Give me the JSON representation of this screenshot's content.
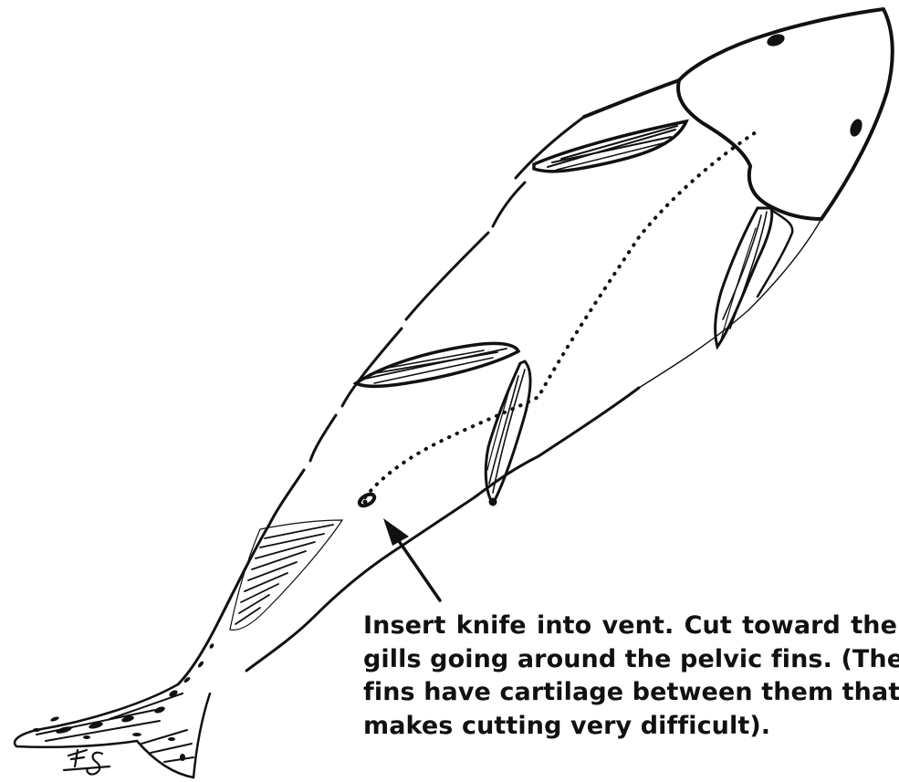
{
  "diagram": {
    "subject": "fish-cleaning-illustration",
    "caption_lines": [
      "Insert knife into vent. Cut toward the",
      "gills going around the pelvic fins. (The",
      "fins have cartilage between them that",
      "makes cutting very difficult)."
    ],
    "signature": "FS",
    "ink_color": "#111111",
    "background_color": "#ffffff"
  }
}
